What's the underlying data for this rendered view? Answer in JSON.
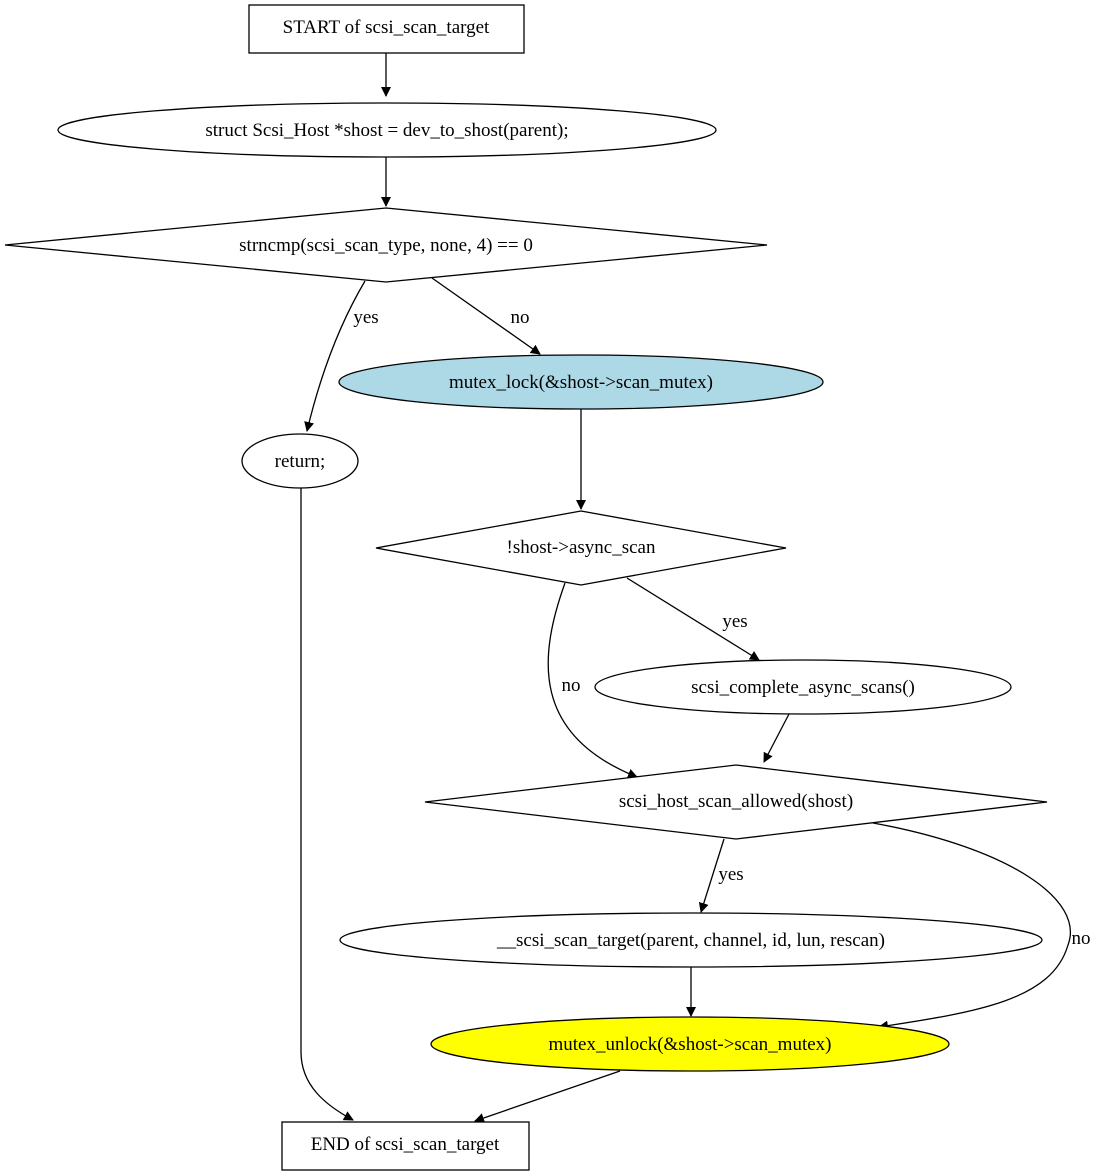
{
  "nodes": {
    "start": {
      "label": "START of scsi_scan_target"
    },
    "shost_decl": {
      "label": "struct Scsi_Host *shost = dev_to_shost(parent);"
    },
    "scan_type_check": {
      "label": "strncmp(scsi_scan_type, none, 4) == 0"
    },
    "return_stmt": {
      "label": "return;"
    },
    "mutex_lock": {
      "label": "mutex_lock(&shost->scan_mutex)",
      "fill": "#add8e6"
    },
    "async_check": {
      "label": "!shost->async_scan"
    },
    "complete_async": {
      "label": "scsi_complete_async_scans()"
    },
    "scan_allowed": {
      "label": "scsi_host_scan_allowed(shost)"
    },
    "do_scan": {
      "label": "__scsi_scan_target(parent, channel, id, lun, rescan)"
    },
    "mutex_unlock": {
      "label": "mutex_unlock(&shost->scan_mutex)",
      "fill": "#ffff00"
    },
    "end": {
      "label": "END of scsi_scan_target"
    }
  },
  "edges": {
    "type_yes": "yes",
    "type_no": "no",
    "async_yes": "yes",
    "async_no": "no",
    "allowed_yes": "yes",
    "allowed_no": "no"
  }
}
